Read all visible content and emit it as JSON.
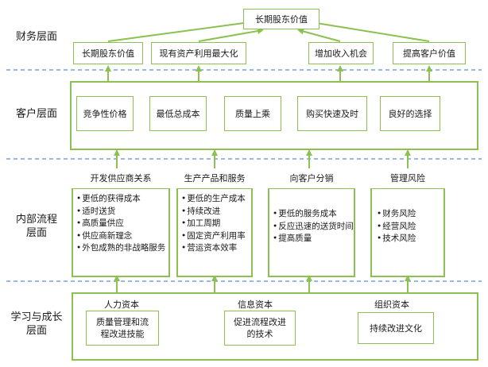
{
  "layers": {
    "finance": "财务层面",
    "customer": "客户层面",
    "internal_line1": "内部流程",
    "internal_line2": "层面",
    "learning_line1": "学习与成长",
    "learning_line2": "层面"
  },
  "finance": {
    "top": "长期股东价值",
    "items": [
      "长期股东价值",
      "现有资产利用最大化",
      "增加收入机会",
      "提高客户价值"
    ]
  },
  "customer": {
    "items": [
      "竞争性价格",
      "最低总成本",
      "质量上乘",
      "购买快速及时",
      "良好的选择"
    ]
  },
  "internal": {
    "columns": [
      {
        "title": "开发供应商关系",
        "items": [
          "更低的获得成本",
          "适时送货",
          "高质量供应",
          "供应商新理念",
          "外包成熟的非战略服务"
        ]
      },
      {
        "title": "生产产品和服务",
        "items": [
          "更低的生产成本",
          "持续改进",
          "加工周期",
          "固定资产利用率",
          "营运资本效率"
        ]
      },
      {
        "title": "向客户分销",
        "items": [
          "更低的服务成本",
          "反应迅速的送货时间",
          "提高质量"
        ]
      },
      {
        "title": "管理风险",
        "items": [
          "财务风险",
          "经营风险",
          "技术风险"
        ]
      }
    ]
  },
  "learning": {
    "columns": [
      {
        "title": "人力资本",
        "box_line1": "质量管理和流",
        "box_line2": "程改进技能"
      },
      {
        "title": "信息资本",
        "box_line1": "促进流程改进",
        "box_line2": "的技术"
      },
      {
        "title": "组织资本",
        "box_line1": "持续改进文化",
        "box_line2": ""
      }
    ]
  },
  "colors": {
    "box_border": "#8cc152",
    "divider": "#5b8fd4",
    "arrow": "#8cc152"
  }
}
